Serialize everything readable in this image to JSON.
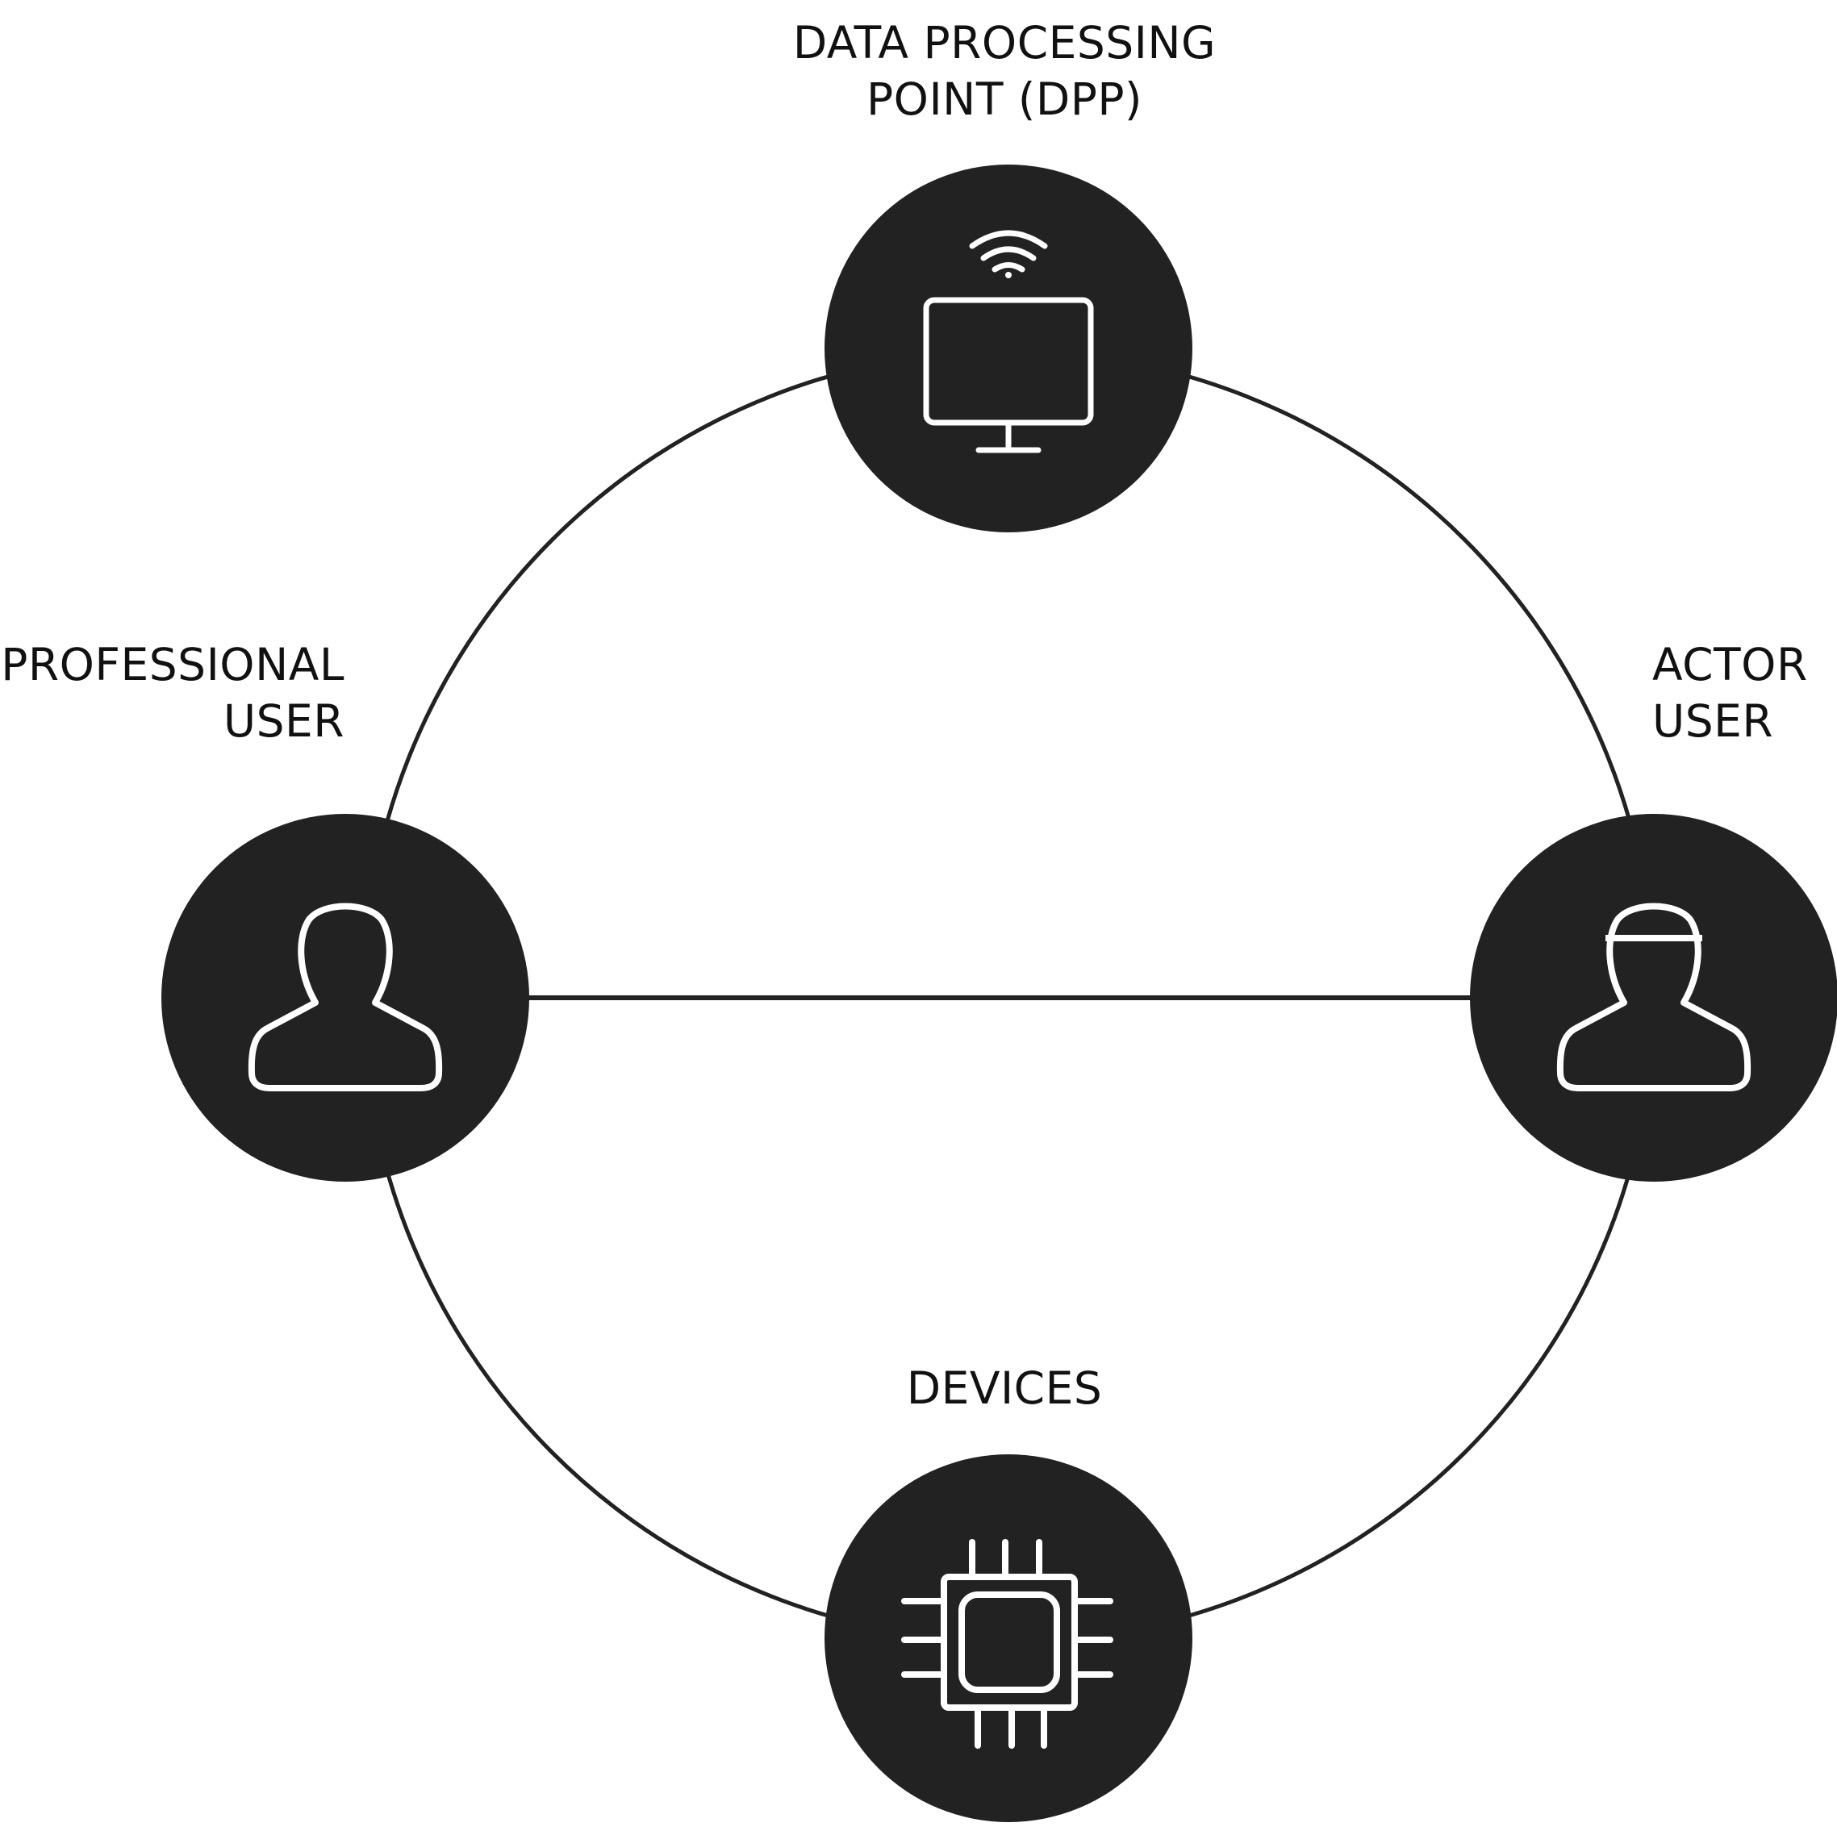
{
  "colors": {
    "node_fill": "#222222",
    "line": "#222222",
    "icon_stroke": "#ffffff",
    "background": "#ffffff"
  },
  "nodes": {
    "dpp": {
      "label_line1": "DATA PROCESSING",
      "label_line2": "POINT (DPP)",
      "icon": "monitor-wifi-icon"
    },
    "professional": {
      "label_line1": "PROFESSIONAL",
      "label_line2": "USER",
      "icon": "user-icon"
    },
    "actor": {
      "label_line1": "ACTOR",
      "label_line2": "USER",
      "icon": "user-headband-icon"
    },
    "devices": {
      "label": "DEVICES",
      "icon": "chip-icon"
    }
  }
}
